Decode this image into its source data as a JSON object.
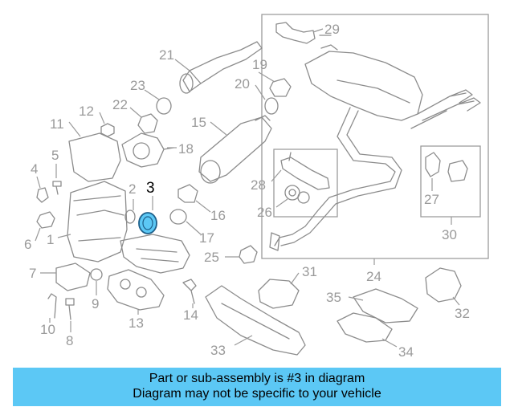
{
  "callouts": {
    "c1": "1",
    "c2": "2",
    "c3": "3",
    "c4": "4",
    "c5": "5",
    "c6": "6",
    "c7": "7",
    "c8": "8",
    "c9": "9",
    "c10": "10",
    "c11": "11",
    "c12": "12",
    "c13": "13",
    "c14": "14",
    "c15": "15",
    "c16": "16",
    "c17": "17",
    "c18": "18",
    "c19": "19",
    "c20": "20",
    "c21": "21",
    "c22": "22",
    "c23": "23",
    "c24": "24",
    "c25": "25",
    "c26": "26",
    "c27": "27",
    "c28": "28",
    "c29": "29",
    "c30": "30",
    "c31": "31",
    "c32": "32",
    "c33": "33",
    "c34": "34",
    "c35": "35"
  },
  "highlight": {
    "part_number": "3",
    "color": "#5cc8f5"
  },
  "banner": {
    "line1": "Part or sub-assembly is #3 in diagram",
    "line2": "Diagram may not be specific to your vehicle",
    "color": "#5cc8f5"
  }
}
